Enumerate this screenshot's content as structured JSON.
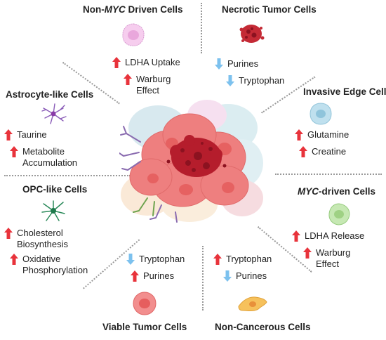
{
  "colors": {
    "increase": "#e8333b",
    "decrease": "#7cc1ee",
    "text": "#222222",
    "divider": "#999999"
  },
  "groups": {
    "non_myc": {
      "title_prefix": "Non-",
      "title_italic": "MYC",
      "title_suffix": " Driven Cells",
      "icon": "pink-cell-icon",
      "items": [
        {
          "dir": "up",
          "text": "LDHA Uptake"
        },
        {
          "dir": "up",
          "text": "Warburg\nEffect"
        }
      ]
    },
    "necrotic": {
      "title": "Necrotic Tumor Cells",
      "icon": "necrotic-cell-icon",
      "items": [
        {
          "dir": "down",
          "text": "Purines"
        },
        {
          "dir": "down",
          "text": "Tryptophan"
        }
      ]
    },
    "astrocyte": {
      "title": "Astrocyte-like Cells",
      "icon": "astrocyte-icon",
      "items": [
        {
          "dir": "up",
          "text": "Taurine"
        },
        {
          "dir": "up",
          "text": "Metabolite\nAccumulation"
        }
      ]
    },
    "invasive": {
      "title": "Invasive Edge Cell",
      "icon": "blue-cell-icon",
      "items": [
        {
          "dir": "up",
          "text": "Glutamine"
        },
        {
          "dir": "up",
          "text": "Creatine"
        }
      ]
    },
    "opc": {
      "title": "OPC-like Cells",
      "icon": "opc-cell-icon",
      "items": [
        {
          "dir": "up",
          "text": "Cholesterol\nBiosynthesis"
        },
        {
          "dir": "up",
          "text": "Oxidative\nPhosphorylation"
        }
      ]
    },
    "myc": {
      "title_italic": "MYC",
      "title_suffix": "-driven Cells",
      "icon": "green-cell-icon",
      "items": [
        {
          "dir": "up",
          "text": "LDHA Release"
        },
        {
          "dir": "up",
          "text": "Warburg\nEffect"
        }
      ]
    },
    "viable": {
      "title": "Viable Tumor Cells",
      "icon": "red-cell-icon",
      "items": [
        {
          "dir": "down",
          "text": "Tryptophan"
        },
        {
          "dir": "up",
          "text": "Purines"
        }
      ]
    },
    "noncancer": {
      "title": "Non-Cancerous Cells",
      "icon": "fibroblast-icon",
      "items": [
        {
          "dir": "up",
          "text": "Tryptophan"
        },
        {
          "dir": "down",
          "text": "Purines"
        }
      ]
    }
  }
}
